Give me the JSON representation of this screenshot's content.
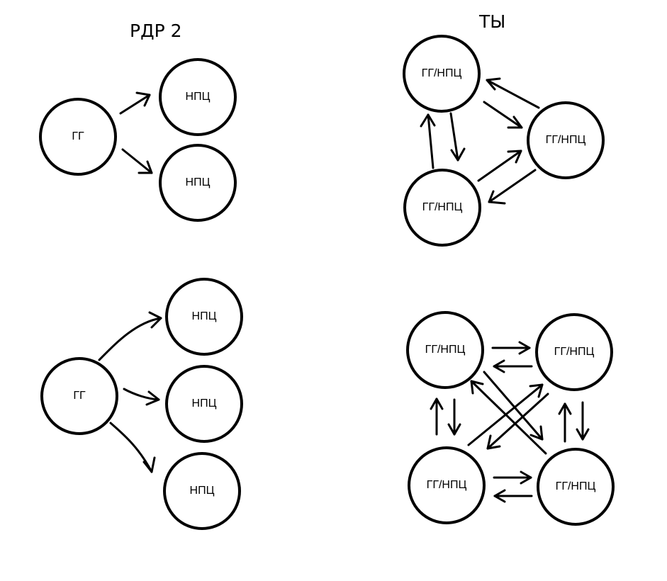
{
  "titles": {
    "left": "РДР 2",
    "right": "ТЫ"
  },
  "diagrams": {
    "top_left": {
      "center": "ГГ",
      "nodes": [
        "НПЦ",
        "НПЦ"
      ]
    },
    "bottom_left": {
      "center": "ГГ",
      "nodes": [
        "НПЦ",
        "НПЦ",
        "НПЦ"
      ]
    },
    "top_right": {
      "nodes": [
        "ГГ/НПЦ",
        "ГГ/НПЦ",
        "ГГ/НПЦ"
      ]
    },
    "bottom_right": {
      "nodes": [
        "ГГ/НПЦ",
        "ГГ/НПЦ",
        "ГГ/НПЦ",
        "ГГ/НПЦ"
      ]
    }
  }
}
